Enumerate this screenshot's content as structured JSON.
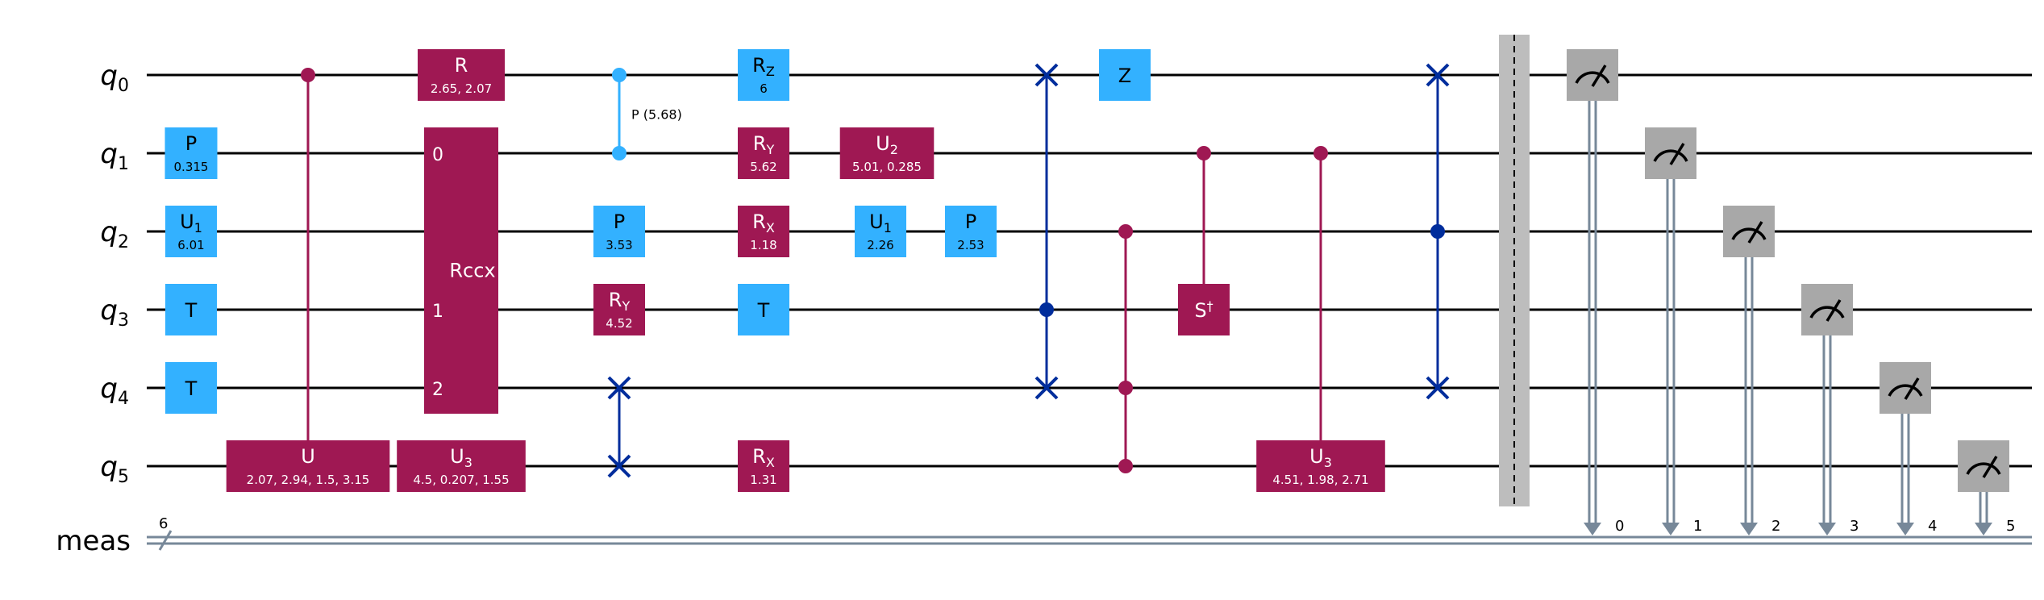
{
  "circuit": {
    "qubits": [
      {
        "base": "q",
        "index": "0"
      },
      {
        "base": "q",
        "index": "1"
      },
      {
        "base": "q",
        "index": "2"
      },
      {
        "base": "q",
        "index": "3"
      },
      {
        "base": "q",
        "index": "4"
      },
      {
        "base": "q",
        "index": "5"
      }
    ],
    "classical_register": {
      "label": "meas",
      "width": "6"
    },
    "colors": {
      "wire": "#000000",
      "classical": "#778899",
      "light_gate": "#33b1ff",
      "dark_gate": "#9f1853",
      "swap": "#002d9c",
      "measure": "#a8a8a8",
      "barrier": "#bdbdbd",
      "gate_text": "#ffffff",
      "gate_text_dark": "#000000"
    },
    "gates": [
      {
        "id": "p-q1",
        "kind": "box",
        "color": "light",
        "column": 0,
        "qubits": [
          1
        ],
        "label": "P",
        "params": "0.315"
      },
      {
        "id": "u1-q2",
        "kind": "box",
        "color": "light",
        "column": 0,
        "qubits": [
          2
        ],
        "label": "U",
        "sub": "1",
        "params": "6.01"
      },
      {
        "id": "t-q3",
        "kind": "box",
        "color": "light",
        "column": 0,
        "qubits": [
          3
        ],
        "label": "T",
        "params": ""
      },
      {
        "id": "t-q4",
        "kind": "box",
        "color": "light",
        "column": 0,
        "qubits": [
          4
        ],
        "label": "T",
        "params": ""
      },
      {
        "id": "cu-q0-q5",
        "kind": "controlled",
        "color": "dark",
        "column": 1,
        "controls": [
          0
        ],
        "target": 5,
        "label": "U",
        "params": "2.07, 2.94, 1.5, 3.15"
      },
      {
        "id": "r-q0",
        "kind": "box",
        "color": "dark",
        "column": 2,
        "qubits": [
          0
        ],
        "label": "R",
        "params": "2.65, 2.07"
      },
      {
        "id": "rccx-q1-q4",
        "kind": "multibox",
        "color": "dark",
        "column": 2,
        "qubits": [
          1,
          4
        ],
        "label": "Rccx",
        "pins": [
          "0",
          "",
          "1",
          "2"
        ]
      },
      {
        "id": "u3-q5",
        "kind": "box",
        "color": "dark",
        "column": 2,
        "qubits": [
          5
        ],
        "label": "U",
        "sub": "3",
        "params": "4.5, 0.207, 1.55"
      },
      {
        "id": "cp-q0-q1",
        "kind": "cphase",
        "color": "light",
        "column": 3,
        "qubits": [
          0,
          1
        ],
        "label": "P (5.68)"
      },
      {
        "id": "p-q2",
        "kind": "box",
        "color": "light",
        "column": 3,
        "qubits": [
          2
        ],
        "label": "P",
        "params": "3.53"
      },
      {
        "id": "ry-q3",
        "kind": "box",
        "color": "dark",
        "column": 3,
        "qubits": [
          3
        ],
        "label": "R",
        "sub": "Y",
        "params": "4.52"
      },
      {
        "id": "swap-q4-q5",
        "kind": "swap",
        "column": 3,
        "qubits": [
          4,
          5
        ]
      },
      {
        "id": "rz-q0",
        "kind": "box",
        "color": "light",
        "column": 4,
        "qubits": [
          0
        ],
        "label": "R",
        "sub": "Z",
        "params": "6"
      },
      {
        "id": "ry-q1",
        "kind": "box",
        "color": "dark",
        "column": 4,
        "qubits": [
          1
        ],
        "label": "R",
        "sub": "Y",
        "params": "5.62"
      },
      {
        "id": "rx-q2",
        "kind": "box",
        "color": "dark",
        "column": 4,
        "qubits": [
          2
        ],
        "label": "R",
        "sub": "X",
        "params": "1.18"
      },
      {
        "id": "t-q3b",
        "kind": "box",
        "color": "light",
        "column": 4,
        "qubits": [
          3
        ],
        "label": "T",
        "params": ""
      },
      {
        "id": "rx-q5",
        "kind": "box",
        "color": "dark",
        "column": 4,
        "qubits": [
          5
        ],
        "label": "R",
        "sub": "X",
        "params": "1.31"
      },
      {
        "id": "u2-q1",
        "kind": "box",
        "color": "dark",
        "column": 5,
        "qubits": [
          1
        ],
        "label": "U",
        "sub": "2",
        "params": "5.01, 0.285"
      },
      {
        "id": "u1-q2b",
        "kind": "box",
        "color": "light",
        "column": 5,
        "qubits": [
          2
        ],
        "label": "U",
        "sub": "1",
        "params": "2.26"
      },
      {
        "id": "p-q2b",
        "kind": "box",
        "color": "light",
        "column": 6,
        "qubits": [
          2
        ],
        "label": "P",
        "params": "2.53"
      },
      {
        "id": "cswap-q3-q0-q4",
        "kind": "cswap",
        "column": 7,
        "control": 3,
        "targets": [
          0,
          4
        ]
      },
      {
        "id": "ccz-q2-q4-q5",
        "kind": "multidot",
        "color": "dark",
        "column": 8,
        "qubits": [
          2,
          4,
          5
        ]
      },
      {
        "id": "z-q0",
        "kind": "box",
        "color": "light",
        "column": 9,
        "qubits": [
          0
        ],
        "label": "Z",
        "params": ""
      },
      {
        "id": "csdg-q1-q3",
        "kind": "controlled",
        "color": "dark",
        "column": 10,
        "controls": [
          1
        ],
        "target": 3,
        "label": "S",
        "sup": "†",
        "params": ""
      },
      {
        "id": "cu3-q1-q5",
        "kind": "controlled",
        "color": "dark",
        "column": 11,
        "controls": [
          1
        ],
        "target": 5,
        "label": "U",
        "sub": "3",
        "params": "4.51, 1.98, 2.71"
      },
      {
        "id": "cswap-q2-q0-q4",
        "kind": "cswap",
        "column": 12,
        "control": 2,
        "targets": [
          0,
          4
        ]
      }
    ],
    "barrier": {
      "column": 13
    },
    "measurements": [
      {
        "qubit": 0,
        "bit": "0"
      },
      {
        "qubit": 1,
        "bit": "1"
      },
      {
        "qubit": 2,
        "bit": "2"
      },
      {
        "qubit": 3,
        "bit": "3"
      },
      {
        "qubit": 4,
        "bit": "4"
      },
      {
        "qubit": 5,
        "bit": "5"
      }
    ]
  }
}
